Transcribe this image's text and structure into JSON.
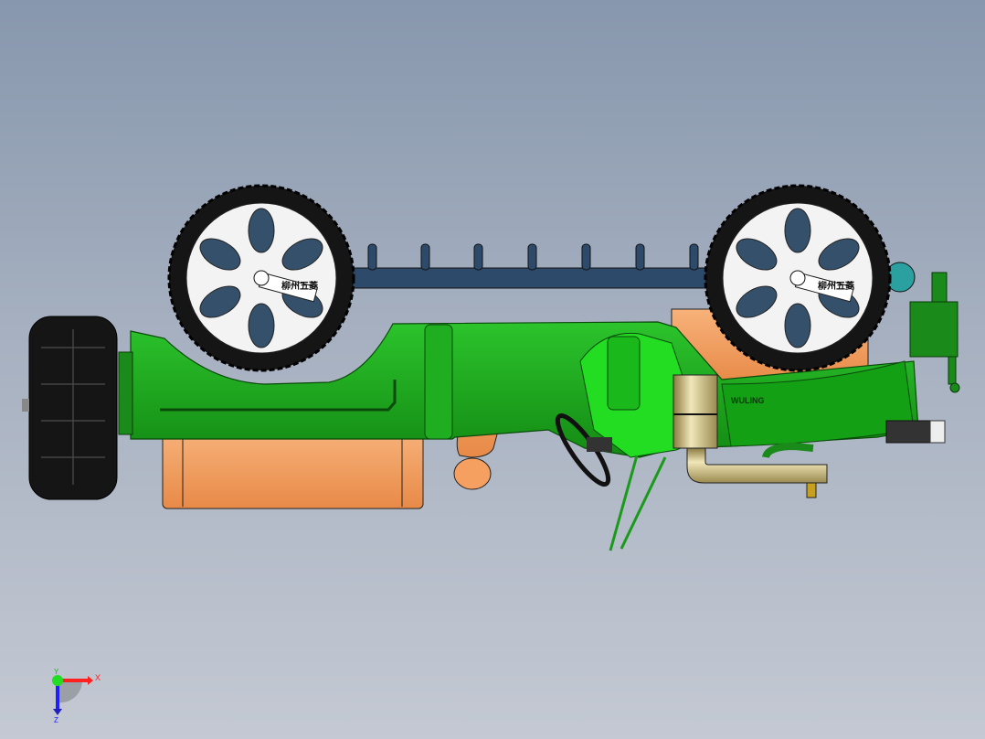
{
  "viewport": {
    "type": "cad-3d-viewport",
    "model_description_visible": "car-chassis-assembly",
    "background_colors": [
      "#8797ad",
      "#c4c9d3"
    ]
  },
  "model": {
    "wheel_logo_text": "柳州五菱",
    "body_emboss_text": "WULING",
    "colors": {
      "body_green": "#1e9e1e",
      "bright_green": "#22dd22",
      "orange": "#f5a060",
      "tire": "#151515",
      "rim": "#f2f2f2",
      "axle_blue": "#2e4a6a",
      "tan_pipe": "#d8c890",
      "teal": "#2aa0a0"
    }
  },
  "triad": {
    "x_label": "X",
    "y_label": "Y",
    "z_label": "Z",
    "x_color": "#ff2020",
    "y_color": "#22dd22",
    "z_color": "#2020ff"
  }
}
